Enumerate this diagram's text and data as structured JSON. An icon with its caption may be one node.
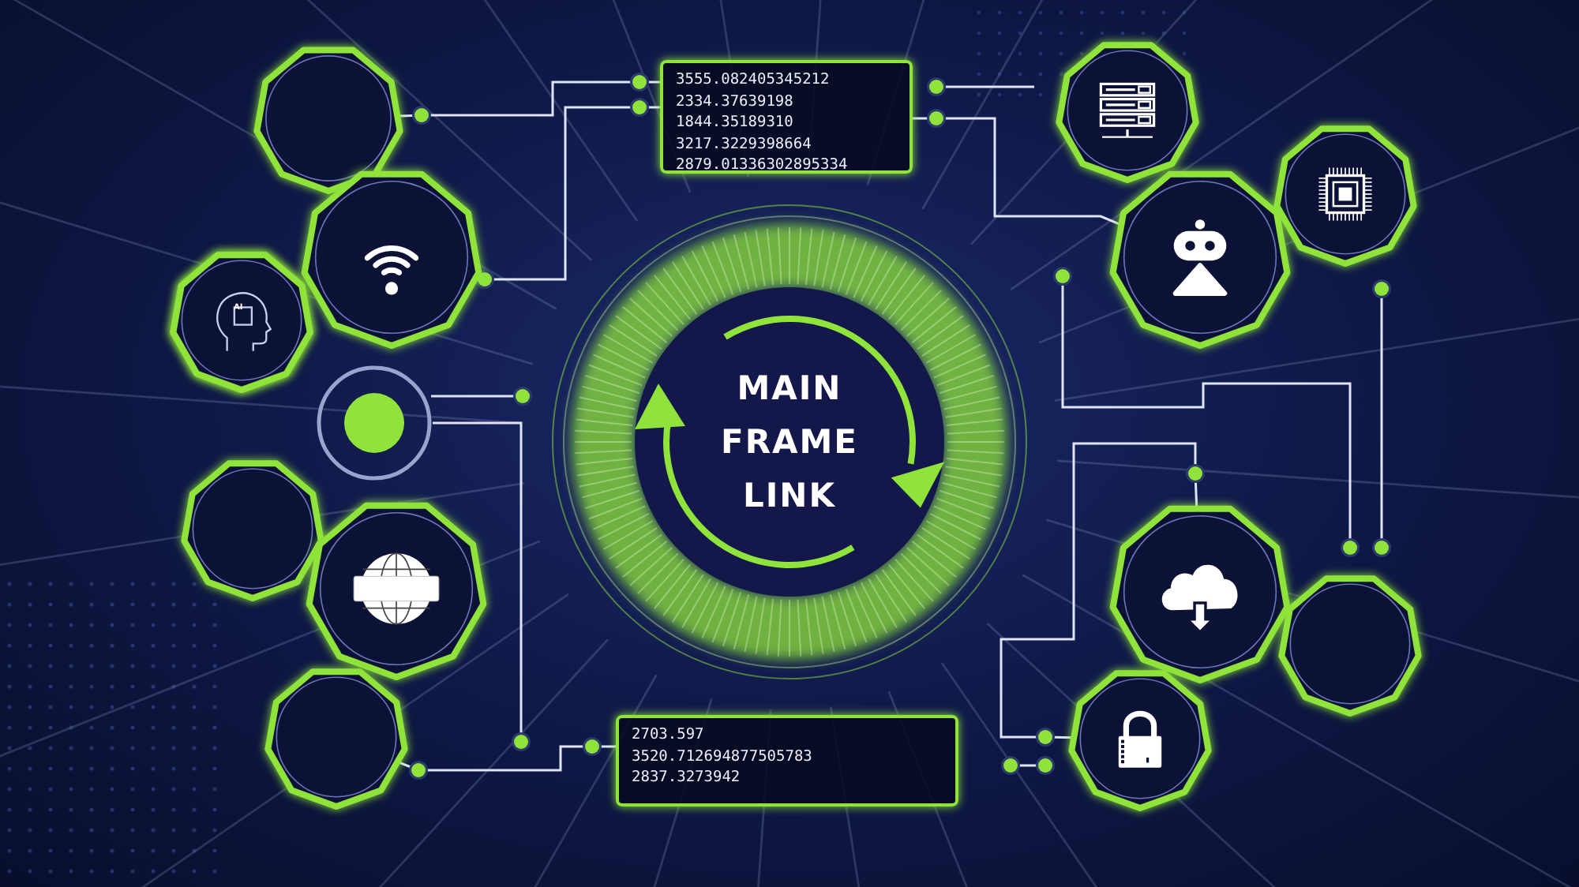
{
  "diagram": {
    "nodes": [
      {
        "text": [],
        "shape": "octagon"
      },
      {
        "text": [
          "3555.082405345212",
          "2334.37639198",
          "1844.35189310",
          "3217.3229398664",
          "2879.01336302895334"
        ]
      },
      {
        "text": [],
        "shape": "picture"
      },
      {
        "text": [],
        "shape": "picture"
      },
      {
        "text": [],
        "shape": "picture"
      },
      {
        "text": [],
        "shape": "picture"
      },
      {
        "text": [
          "AI"
        ]
      },
      {
        "text": [],
        "shape": "circle"
      },
      {
        "text": [
          "MAIN FRAME LINK"
        ]
      },
      {
        "text": [],
        "shape": "octagon"
      },
      {
        "text": [],
        "shape": "picture"
      },
      {
        "text": [],
        "shape": "picture"
      },
      {
        "text": [],
        "shape": "octagon"
      },
      {
        "text": [],
        "shape": "octagon"
      },
      {
        "text": [],
        "shape": "picture"
      },
      {
        "text": [
          "2703.597",
          "3520.712694877505783",
          "2837.3273942"
        ]
      }
    ],
    "edges": [
      {
        "from": 0,
        "to": 1,
        "arrow": "none"
      },
      {
        "from": 3,
        "to": 1,
        "arrow": "none"
      },
      {
        "from": 13,
        "to": 15,
        "arrow": "none"
      },
      {
        "from": 1,
        "to": 5,
        "arrow": "none"
      },
      {
        "from": 11,
        "to": 14,
        "arrow": "none"
      },
      {
        "from": 7,
        "to": null,
        "arrow": "none"
      }
    ]
  }
}
